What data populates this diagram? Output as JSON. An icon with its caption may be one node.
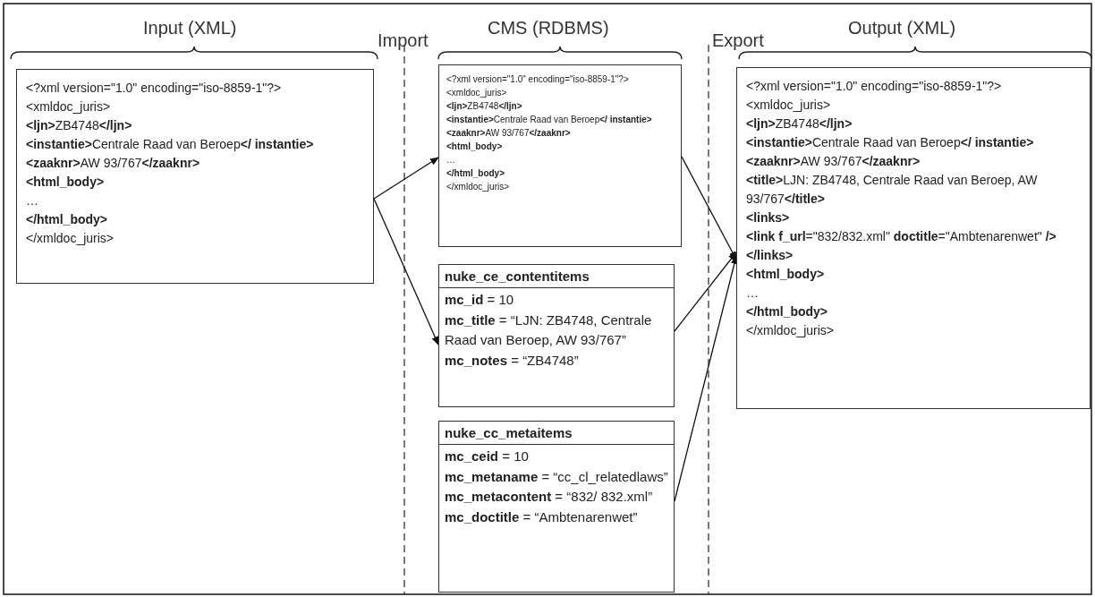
{
  "diagram": {
    "nodes": [
      {
        "text": [
          "<?xml version=\"1.0\" encoding=\"iso-8859-1\"?>",
          "<xmldoc_juris>",
          "**<ljn>**ZB4748**</ljn>**",
          "**<instantie>**Centrale Raad van Beroep**</ instantie>**",
          "**<zaaknr>**AW 93/767**</zaaknr>**",
          "**<html_body>**",
          "…",
          "**</html_body>**",
          "</xmldoc_juris>"
        ]
      },
      {
        "text": [
          "<?xml version=\"1.0\" encoding=\"iso-8859-1\"?>",
          "<xmldoc_juris>",
          "**<ljn>**ZB4748**</ljn>**",
          "**<instantie>**Centrale Raad van Beroep**</ instantie>**",
          "**<zaaknr>**AW 93/767**</zaaknr>**",
          "**<html_body>**",
          "…",
          "**</html_body>**",
          "</xmldoc_juris>"
        ]
      },
      {
        "text": [
          "nuke_ce_contentitems",
          "**mc_id** = 10",
          "**mc_title** = “LJN: ZB4748, Centrale Raad van Beroep, AW 93/767”",
          "**mc_notes** = “ZB4748”"
        ]
      },
      {
        "text": [
          "nuke_cc_metaitems",
          "**mc_ceid** = 10",
          "**mc_metaname** = “cc_cl_relatedlaws”",
          "**mc_metacontent** = “832/ 832.xml”",
          "**mc_doctitle** = “Ambtenarenwet”"
        ]
      },
      {
        "text": [
          "<?xml version=\"1.0\" encoding=\"iso-8859-1\"?>",
          "<xmldoc_juris>",
          "**<ljn>**ZB4748**</ljn>**",
          "**<instantie>**Centrale Raad van Beroep**</ instantie>**",
          "**<zaaknr>**AW 93/767**</zaaknr>**",
          "**<title>**LJN: ZB4748, Centrale Raad van Beroep, AW 93/767**</title>**",
          "**<links>**",
          "**<link f_url**=\"832/832.xml\" **doctitle**=\"Ambtenarenwet\" **/>**",
          "**</links>**",
          "**<html_body>**",
          "…",
          "**</html_body>**",
          "</xmldoc_juris>"
        ]
      }
    ],
    "edges": [
      {
        "from": 0,
        "to": 1,
        "arrow": "to"
      },
      {
        "from": 0,
        "to": 2,
        "arrow": "to"
      },
      {
        "from": 1,
        "to": 4,
        "arrow": "to"
      },
      {
        "from": 2,
        "to": 4,
        "arrow": "to"
      },
      {
        "from": 3,
        "to": 4,
        "arrow": "to"
      }
    ],
    "labels": [
      "Input (XML)",
      "Import",
      "CMS (RDBMS)",
      "Export",
      "Output (XML)"
    ]
  }
}
